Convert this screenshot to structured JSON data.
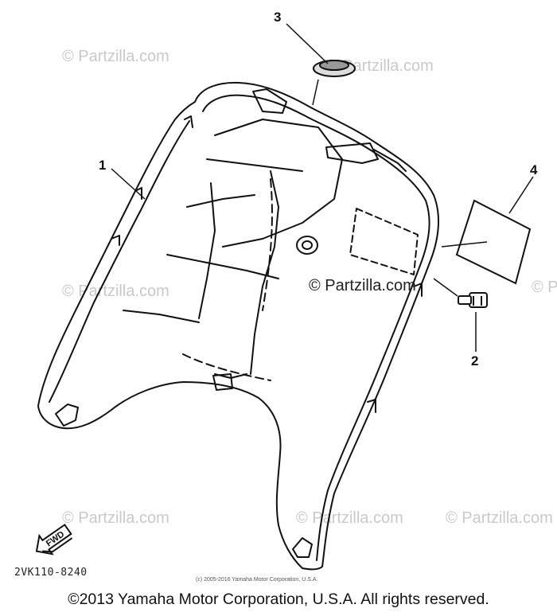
{
  "watermarks": {
    "tl": "© Partzilla.com",
    "tc": "© Partzilla.com",
    "ml": "© Partzilla.com",
    "bl": "© Partzilla.com",
    "bc": "© Partzilla.com",
    "br": "© Partzilla.com",
    "mr": "© P"
  },
  "center_watermark": "© Partzilla.com",
  "callouts": {
    "part1": "1",
    "part2": "2",
    "part3": "3",
    "part4": "4"
  },
  "fwd_label": "FWD",
  "diagram_code": "2VK110-8240",
  "fine_print": "(c) 2005-2016 Yamaha Motor Corporation, U.S.A.",
  "copyright": "©2013 Yamaha Motor Corporation, U.S.A. All rights reserved."
}
